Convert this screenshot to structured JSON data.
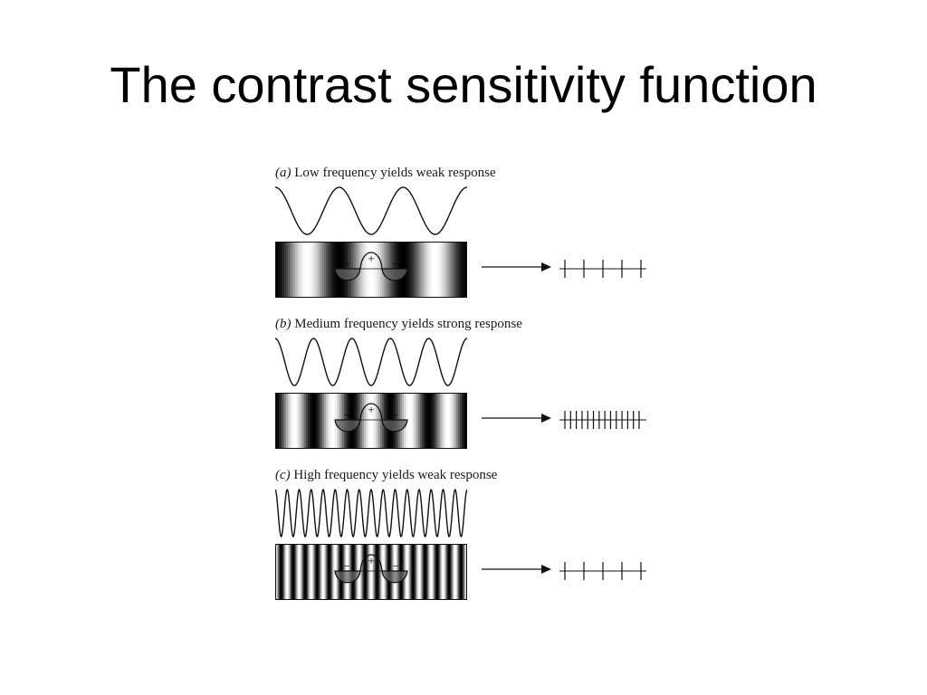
{
  "slide": {
    "title": "The contrast sensitivity function"
  },
  "panels": [
    {
      "tag": "(a)",
      "caption": "Low frequency yields weak response",
      "cycles": 3,
      "spikes": 5,
      "plus_label": "+",
      "minus_label": "−"
    },
    {
      "tag": "(b)",
      "caption": "Medium frequency yields strong response",
      "cycles": 5,
      "spikes": 14,
      "plus_label": "+",
      "minus_label": "−"
    },
    {
      "tag": "(c)",
      "caption": "High frequency yields weak response",
      "cycles": 16,
      "spikes": 5,
      "plus_label": "+",
      "minus_label": "−"
    }
  ],
  "colors": {
    "stroke": "#111111",
    "rf_fill": "#666666"
  }
}
